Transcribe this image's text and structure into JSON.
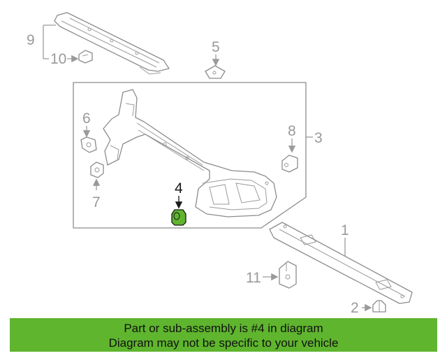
{
  "callouts": {
    "c1": "1",
    "c2": "2",
    "c3": "3",
    "c4": "4",
    "c5": "5",
    "c6": "6",
    "c7": "7",
    "c8": "8",
    "c9": "9",
    "c10": "10",
    "c11": "11"
  },
  "highlight": {
    "part": "4",
    "color": "#5fb52e"
  },
  "colors": {
    "line": "#9a9a9a",
    "active": "#1a1a1a",
    "banner": "#5fb52e"
  },
  "banner": {
    "line1": "Part or sub-assembly is #4 in diagram",
    "line2": "Diagram may not be specific to your vehicle"
  }
}
